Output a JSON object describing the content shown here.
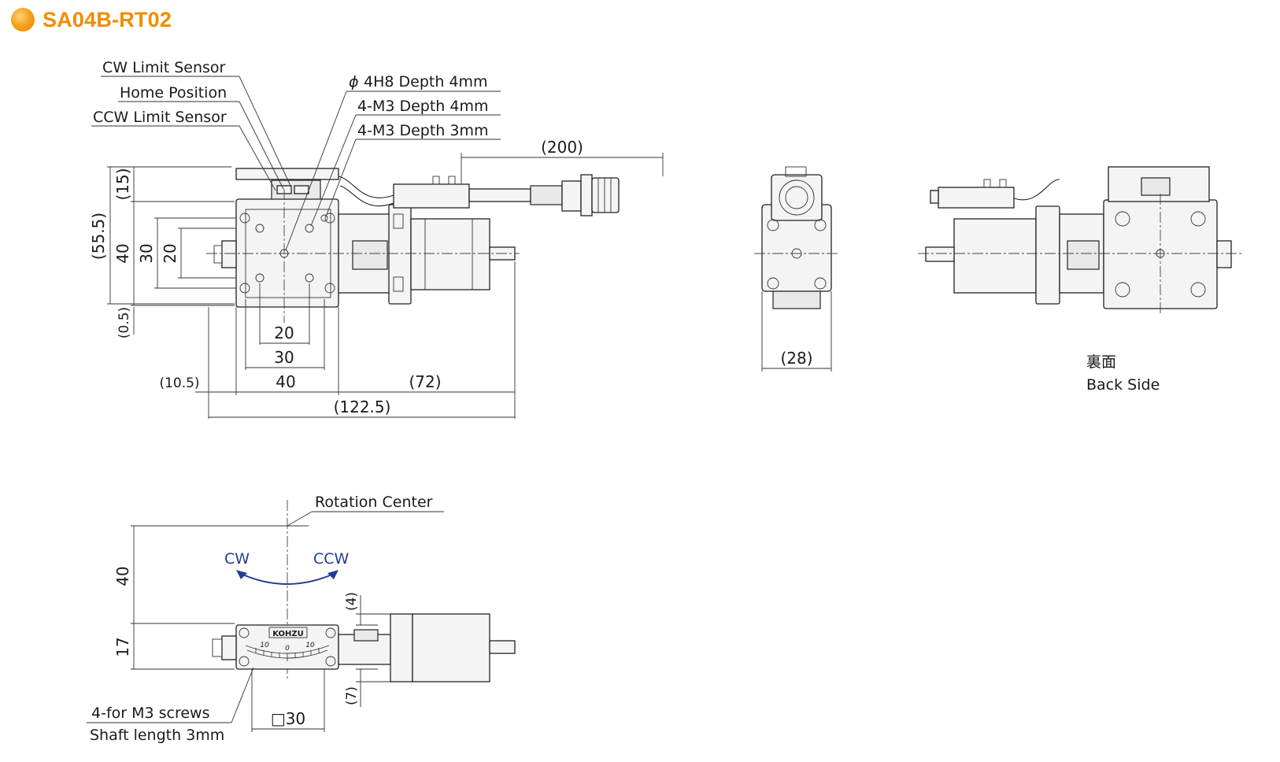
{
  "header": {
    "title": "SA04B-RT02",
    "accent_color": "#f08c00"
  },
  "top_view": {
    "labels": {
      "cw_limit": "CW Limit Sensor",
      "home": "Home Position",
      "ccw_limit": "CCW Limit Sensor",
      "phi": "ϕ",
      "hole_4h8": "4H8 Depth 4mm",
      "m3_4": "4-M3 Depth 4mm",
      "m3_3": "4-M3 Depth 3mm"
    },
    "dims": {
      "cable": "(200)",
      "h15": "(15)",
      "h555": "(55.5)",
      "h40": "40",
      "h30": "30",
      "h20": "20",
      "h05": "(0.5)",
      "w20": "20",
      "w30": "30",
      "w40": "40",
      "w105": "(10.5)",
      "w72": "(72)",
      "w1225": "(122.5)"
    }
  },
  "side_view": {
    "dims": {
      "w28": "(28)"
    }
  },
  "back_view": {
    "caption_jp": "裏面",
    "caption_en": "Back Side"
  },
  "front_view": {
    "labels": {
      "rotation_center": "Rotation Center",
      "cw": "CW",
      "ccw": "CCW",
      "screws": "4-for M3 screws",
      "shaft": "Shaft length 3mm",
      "brand": "KOHZU",
      "scale_left": "10",
      "scale_zero": "0",
      "scale_right": "10"
    },
    "dims": {
      "h40": "40",
      "h17": "17",
      "d4": "(4)",
      "d7": "(7)",
      "sq30": "□30"
    },
    "arrow_color": "#1f3f93"
  }
}
